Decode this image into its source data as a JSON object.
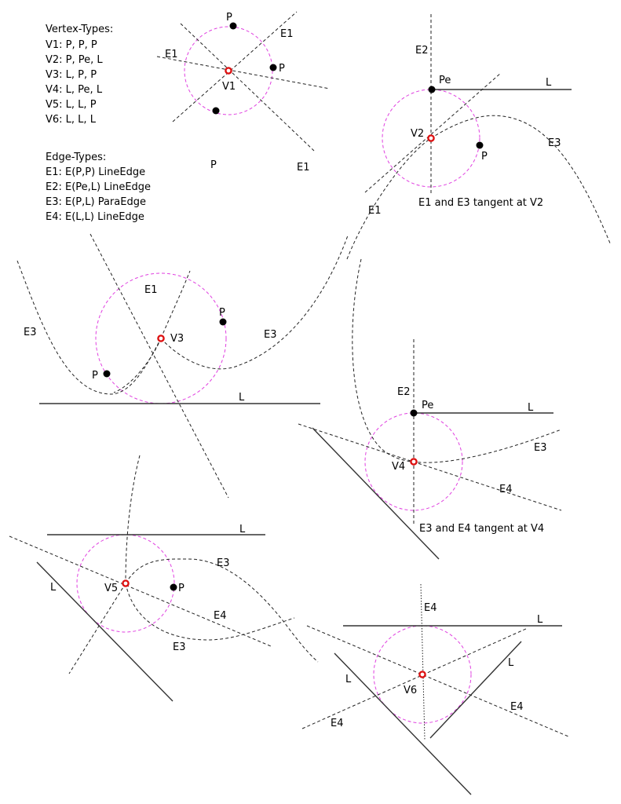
{
  "colors": {
    "circle": "#e040e0",
    "vertex": "#dd1111",
    "line": "#333333"
  },
  "legend": {
    "vertex_title": "Vertex-Types:",
    "vertex_types": [
      "V1: P, P, P",
      "V2: P, Pe, L",
      "V3: L, P, P",
      "V4: L, Pe, L",
      "V5: L, L, P",
      "V6: L, L, L"
    ],
    "edge_title": "Edge-Types:",
    "edge_types": [
      "E1: E(P,P) LineEdge",
      "E2: E(Pe,L) LineEdge",
      "E3: E(P,L) ParaEdge",
      "E4: E(L,L) LineEdge"
    ]
  },
  "v1": {
    "vertex": "V1",
    "point_labels": [
      "P",
      "P",
      "P"
    ],
    "edge_labels": [
      "E1",
      "E1",
      "E1"
    ]
  },
  "v2": {
    "vertex": "V2",
    "pe": "Pe",
    "l": "L",
    "p": "P",
    "e2": "E2",
    "e1": "E1",
    "e3": "E3",
    "note": "E1 and E3 tangent at V2"
  },
  "v3": {
    "vertex": "V3",
    "e1": "E1",
    "e3_left": "E3",
    "e3_right": "E3",
    "p_top": "P",
    "p_left": "P",
    "l": "L"
  },
  "v4": {
    "vertex": "V4",
    "e2": "E2",
    "pe": "Pe",
    "l": "L",
    "e3": "E3",
    "e4": "E4",
    "note": "E3 and E4 tangent at V4"
  },
  "v5": {
    "vertex": "V5",
    "l_top": "L",
    "l_left": "L",
    "p": "P",
    "e3_top": "E3",
    "e4": "E4",
    "e3_bottom": "E3"
  },
  "v6": {
    "vertex": "V6",
    "e4_top": "E4",
    "l_top": "L",
    "l_right": "L",
    "l_left": "L",
    "e4_right": "E4",
    "e4_left": "E4"
  }
}
